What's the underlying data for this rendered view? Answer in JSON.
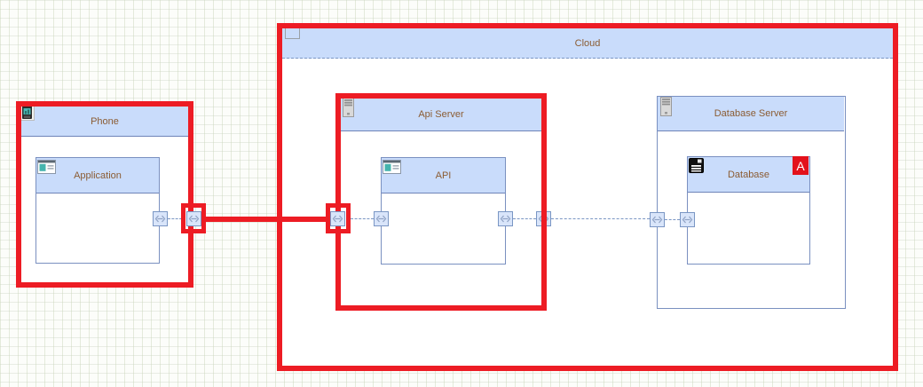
{
  "diagram": {
    "type": "deployment-diagram",
    "nodes": {
      "phone": {
        "label": "Phone",
        "icon": "phone-icon",
        "selected": true
      },
      "application": {
        "label": "Application",
        "icon": "window-icon",
        "selected": false
      },
      "cloud": {
        "label": "Cloud",
        "icon": "frame-notch",
        "selected": true
      },
      "api_server": {
        "label": "Api Server",
        "icon": "server-icon",
        "selected": true
      },
      "api": {
        "label": "API",
        "icon": "window-icon",
        "selected": false
      },
      "database_server": {
        "label": "Database Server",
        "icon": "server-icon",
        "selected": false
      },
      "database": {
        "label": "Database",
        "icon": "disk-icon",
        "badge": "A",
        "selected": false
      }
    },
    "connections": [
      {
        "from": "Application",
        "to": "API",
        "style": "thick-red-selected"
      },
      {
        "from": "API",
        "to": "Database",
        "style": "thin-blue-dashed"
      }
    ],
    "ports": {
      "glyph": "bidirectional-arrow",
      "count": 8
    },
    "colors": {
      "selection_red": "#ED1C24",
      "header_fill": "#C9DCFB",
      "node_border": "#7A90C0",
      "label_brown": "#8B5C33",
      "port_fill": "#D9E5FA",
      "connector_blue": "#7A96C4",
      "badge_red": "#E3111B",
      "canvas_bg": "#fcfdfa"
    }
  }
}
